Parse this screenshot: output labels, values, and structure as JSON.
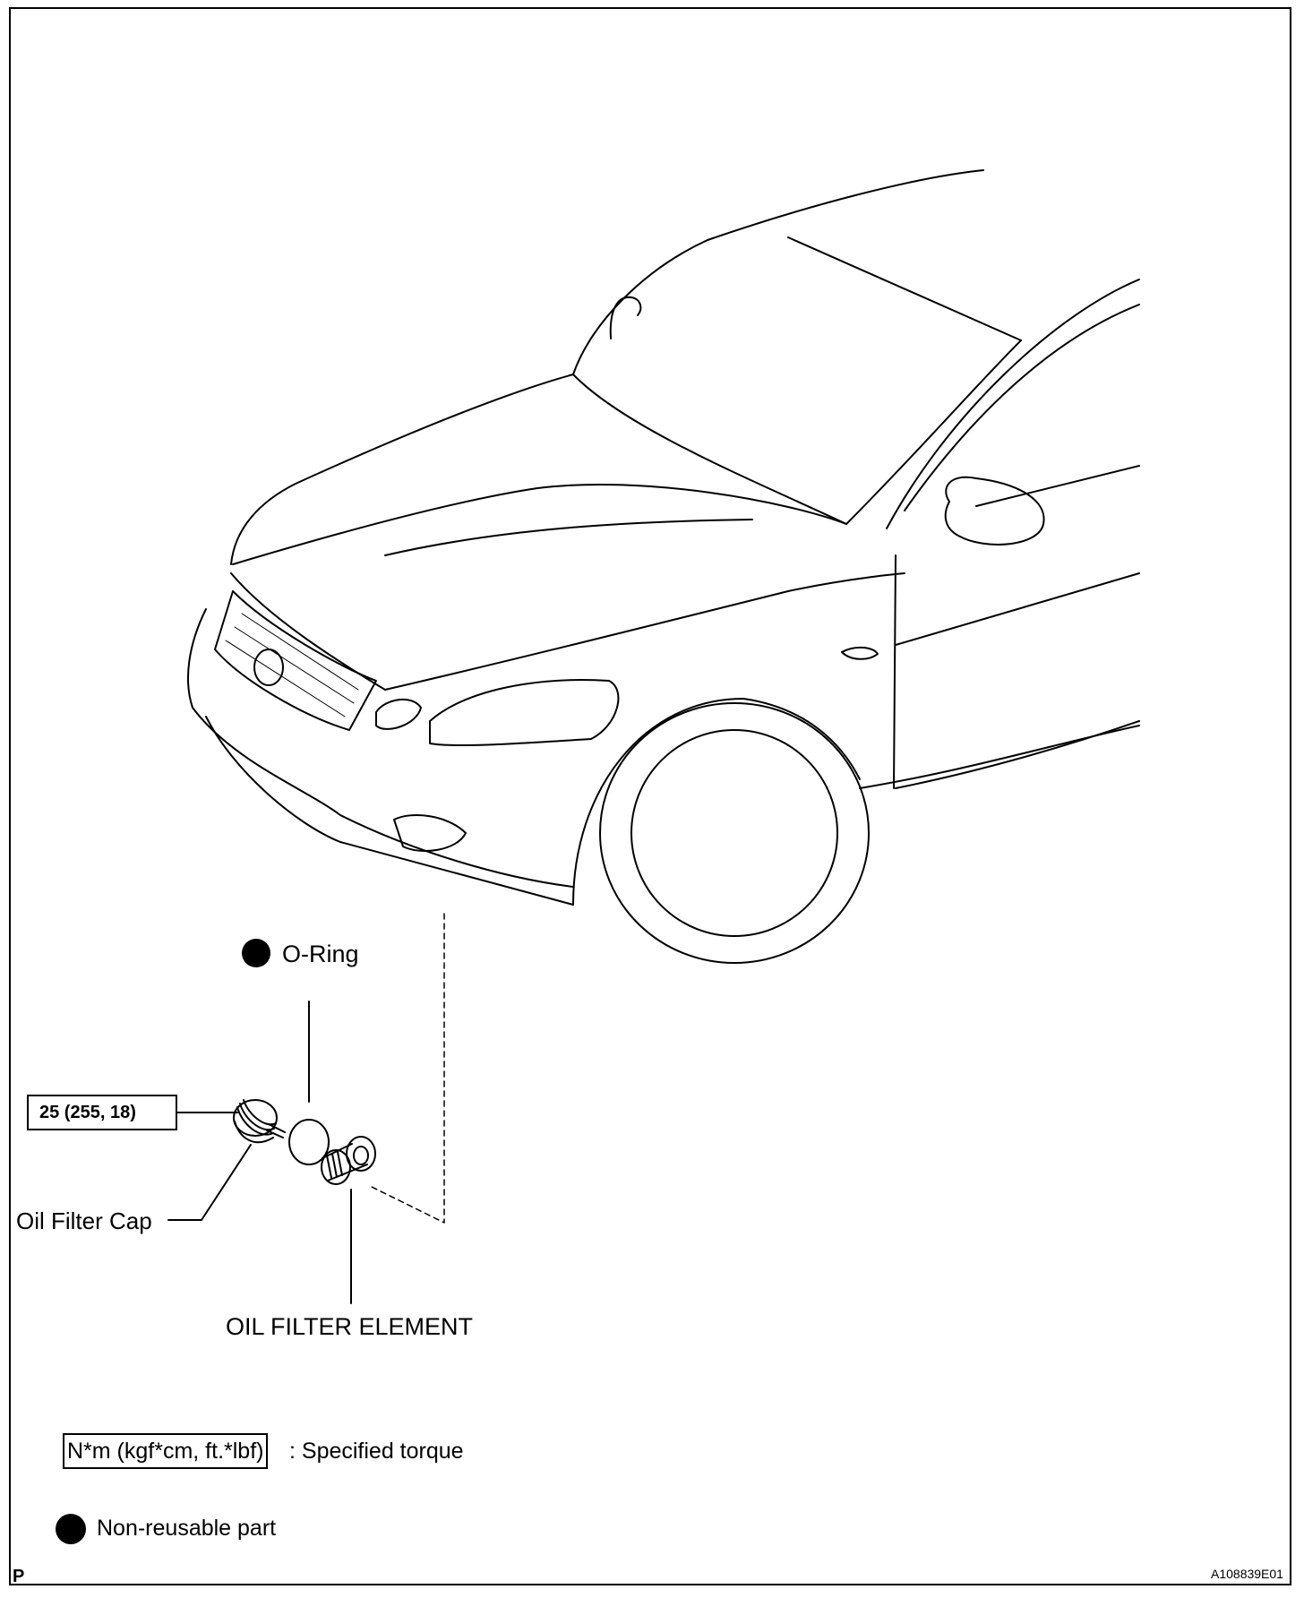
{
  "labels": {
    "o_ring": "O-Ring",
    "oil_filter_cap": "Oil Filter Cap",
    "oil_filter_element": "OIL FILTER ELEMENT",
    "torque_value": "25 (255, 18)"
  },
  "legend": {
    "torque_units": "N*m (kgf*cm, ft.*lbf)",
    "torque_desc": ": Specified torque",
    "non_reusable": "Non-reusable part"
  },
  "corner": {
    "left_mark": "P",
    "figure_id": "A108839E01"
  }
}
